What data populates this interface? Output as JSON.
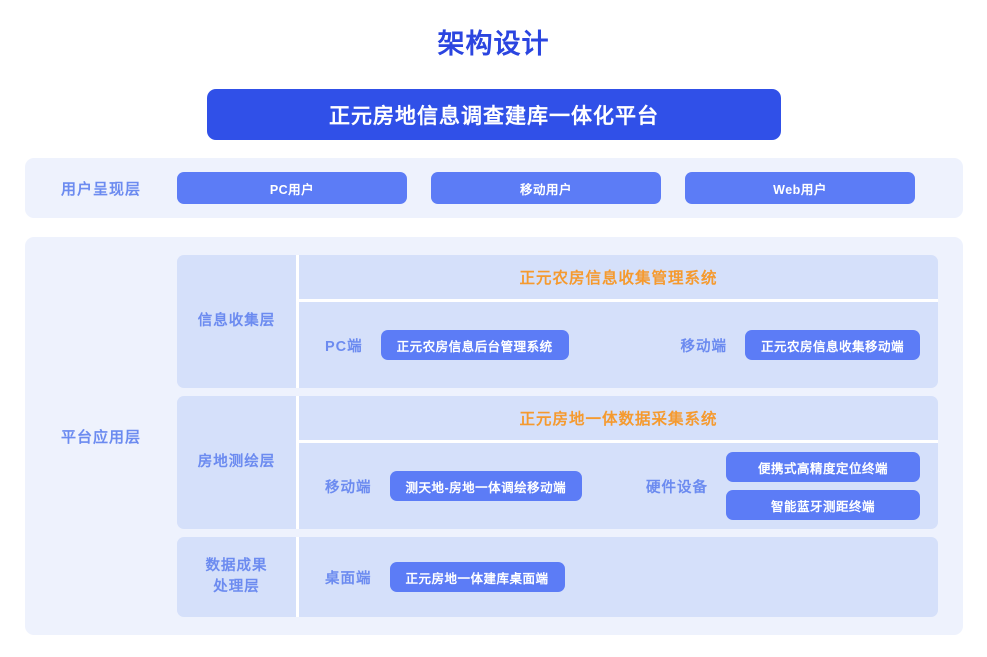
{
  "title": "架构设计",
  "platform_bar": {
    "label": "正元房地信息调查建库一体化平台"
  },
  "colors": {
    "title_blue": "#2b45e0",
    "bar_blue": "#3050e8",
    "pill_blue": "#5c7cf6",
    "panel_bg": "#eef2fd",
    "block_bg": "#d5e0fa",
    "label_blue": "#6c8bf0",
    "system_orange": "#f59a2f"
  },
  "user_layer": {
    "label": "用户呈现层",
    "buttons": [
      {
        "label": "PC用户"
      },
      {
        "label": "移动用户"
      },
      {
        "label": "Web用户"
      }
    ]
  },
  "app_layer": {
    "label": "平台应用层",
    "blocks": [
      {
        "sub_label": "信息收集层",
        "system": "正元农房信息收集管理系统",
        "groups": [
          {
            "slot": "PC端",
            "items": [
              {
                "label": "正元农房信息后台管理系统"
              }
            ]
          },
          {
            "slot": "移动端",
            "items": [
              {
                "label": "正元农房信息收集移动端"
              }
            ]
          }
        ]
      },
      {
        "sub_label": "房地测绘层",
        "system": "正元房地一体数据采集系统",
        "groups": [
          {
            "slot": "移动端",
            "items": [
              {
                "label": "测天地-房地一体调绘移动端"
              }
            ]
          },
          {
            "slot": "硬件设备",
            "items": [
              {
                "label": "便携式高精度定位终端"
              },
              {
                "label": "智能蓝牙测距终端"
              }
            ]
          }
        ]
      },
      {
        "sub_label": "数据成果\n处理层",
        "system": "",
        "groups": [
          {
            "slot": "桌面端",
            "items": [
              {
                "label": "正元房地一体建库桌面端"
              }
            ]
          }
        ]
      }
    ]
  }
}
